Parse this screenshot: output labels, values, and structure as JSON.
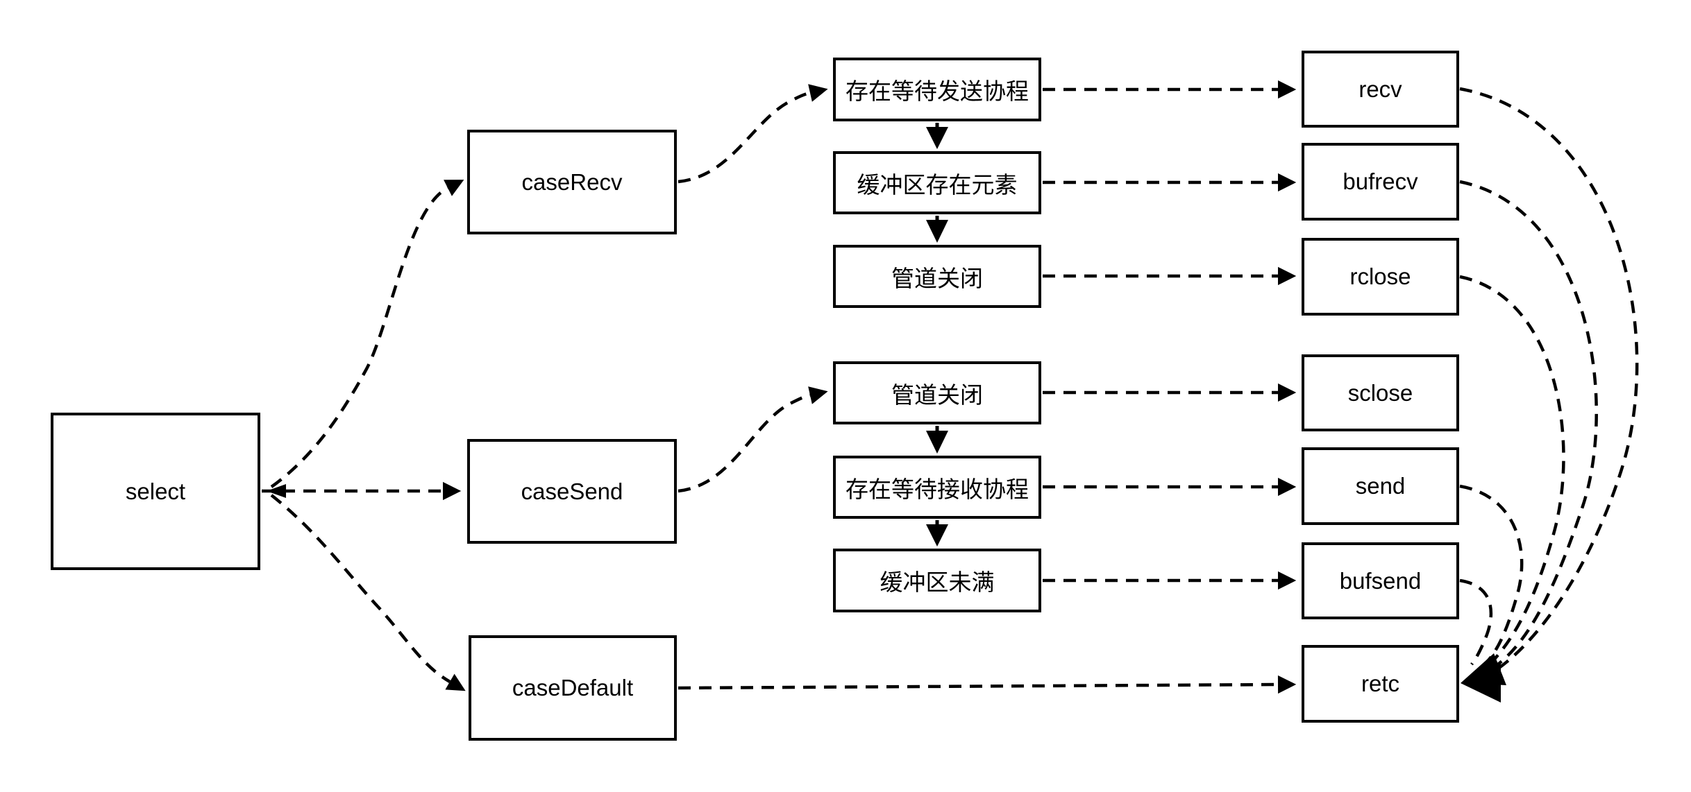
{
  "diagram": {
    "title": "go select statement flow",
    "colors": {
      "stroke": "#000000",
      "background": "#ffffff",
      "text": "#000000"
    },
    "nodes": {
      "select": {
        "label": "select"
      },
      "caseRecv": {
        "label": "caseRecv"
      },
      "caseSend": {
        "label": "caseSend"
      },
      "caseDefault": {
        "label": "caseDefault"
      },
      "waitSend": {
        "label": "存在等待发送协程"
      },
      "bufHasElem": {
        "label": "缓冲区存在元素"
      },
      "chanClosedRecv": {
        "label": "管道关闭"
      },
      "chanClosedSend": {
        "label": "管道关闭"
      },
      "waitRecv": {
        "label": "存在等待接收协程"
      },
      "bufNotFull": {
        "label": "缓冲区未满"
      },
      "recv": {
        "label": "recv"
      },
      "bufrecv": {
        "label": "bufrecv"
      },
      "rclose": {
        "label": "rclose"
      },
      "sclose": {
        "label": "sclose"
      },
      "send": {
        "label": "send"
      },
      "bufsend": {
        "label": "bufsend"
      },
      "retc": {
        "label": "retc"
      }
    },
    "edges": [
      {
        "from": "select",
        "to": "caseRecv",
        "style": "dashed"
      },
      {
        "from": "select",
        "to": "caseSend",
        "style": "dashed",
        "arrowhead_also_at_select": true
      },
      {
        "from": "select",
        "to": "caseDefault",
        "style": "dashed"
      },
      {
        "from": "caseRecv",
        "to": "waitSend",
        "style": "dashed"
      },
      {
        "from": "waitSend",
        "to": "bufHasElem",
        "style": "solid"
      },
      {
        "from": "bufHasElem",
        "to": "chanClosedRecv",
        "style": "solid"
      },
      {
        "from": "caseSend",
        "to": "chanClosedSend",
        "style": "dashed"
      },
      {
        "from": "chanClosedSend",
        "to": "waitRecv",
        "style": "solid"
      },
      {
        "from": "waitRecv",
        "to": "bufNotFull",
        "style": "solid"
      },
      {
        "from": "waitSend",
        "to": "recv",
        "style": "dashed"
      },
      {
        "from": "bufHasElem",
        "to": "bufrecv",
        "style": "dashed"
      },
      {
        "from": "chanClosedRecv",
        "to": "rclose",
        "style": "dashed"
      },
      {
        "from": "chanClosedSend",
        "to": "sclose",
        "style": "dashed"
      },
      {
        "from": "waitRecv",
        "to": "send",
        "style": "dashed"
      },
      {
        "from": "bufNotFull",
        "to": "bufsend",
        "style": "dashed"
      },
      {
        "from": "caseDefault",
        "to": "retc",
        "style": "dashed"
      },
      {
        "from": "recv",
        "to": "retc",
        "style": "dashed"
      },
      {
        "from": "bufrecv",
        "to": "retc",
        "style": "dashed"
      },
      {
        "from": "rclose",
        "to": "retc",
        "style": "dashed"
      },
      {
        "from": "send",
        "to": "retc",
        "style": "dashed"
      },
      {
        "from": "bufsend",
        "to": "retc",
        "style": "dashed"
      }
    ]
  }
}
